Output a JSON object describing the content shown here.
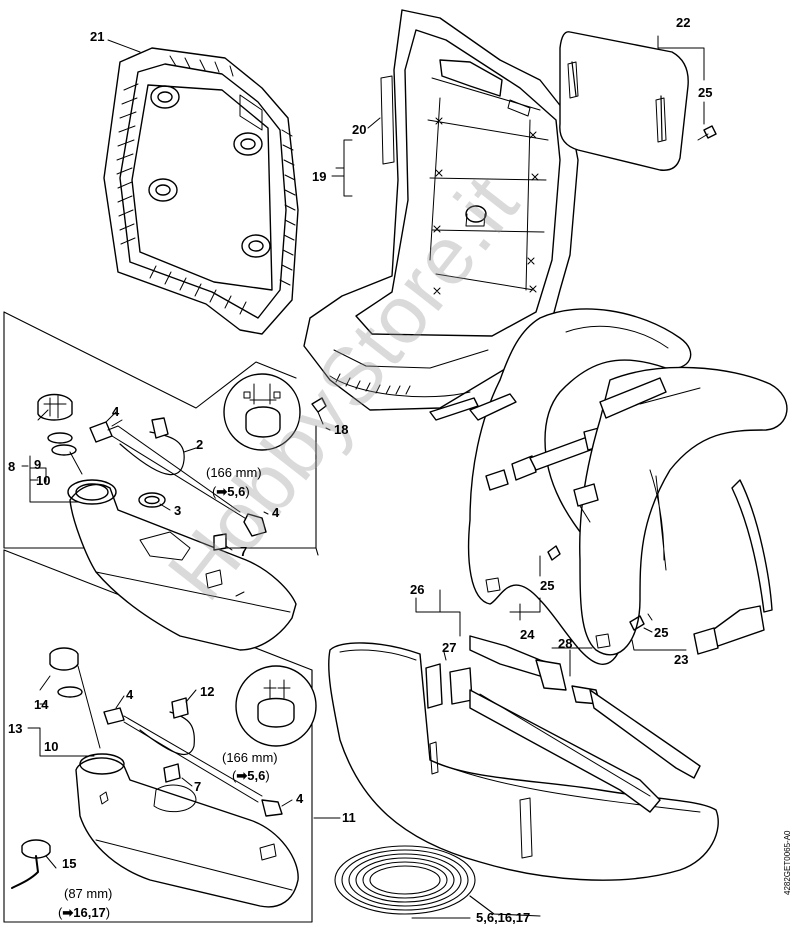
{
  "callouts": {
    "n2": "2",
    "n3": "3",
    "n4a": "4",
    "n4b": "4",
    "n4c": "4",
    "n4d": "4",
    "n5_6_16_17": "5,6,16,17",
    "n7a": "7",
    "n7b": "7",
    "n8": "8",
    "n9": "9",
    "n10a": "10",
    "n10b": "10",
    "n11": "11",
    "n12": "12",
    "n13": "13",
    "n14": "14",
    "n15": "15",
    "n18": "18",
    "n19": "19",
    "n20": "20",
    "n21": "21",
    "n22": "22",
    "n23": "23",
    "n24": "24",
    "n25a": "25",
    "n25b": "25",
    "n25c": "25",
    "n26": "26",
    "n27": "27",
    "n28": "28"
  },
  "measurements": {
    "m1_len": "(166 mm)",
    "m1_ref": "5,6",
    "m2_len": "(166 mm)",
    "m2_ref": "5,6",
    "m3_len": "(87 mm)",
    "m3_ref": "16,17"
  },
  "arrow_glyph": "➡",
  "watermark": "HobbyStore.it",
  "drawing_code": "4282GET0065-A0"
}
